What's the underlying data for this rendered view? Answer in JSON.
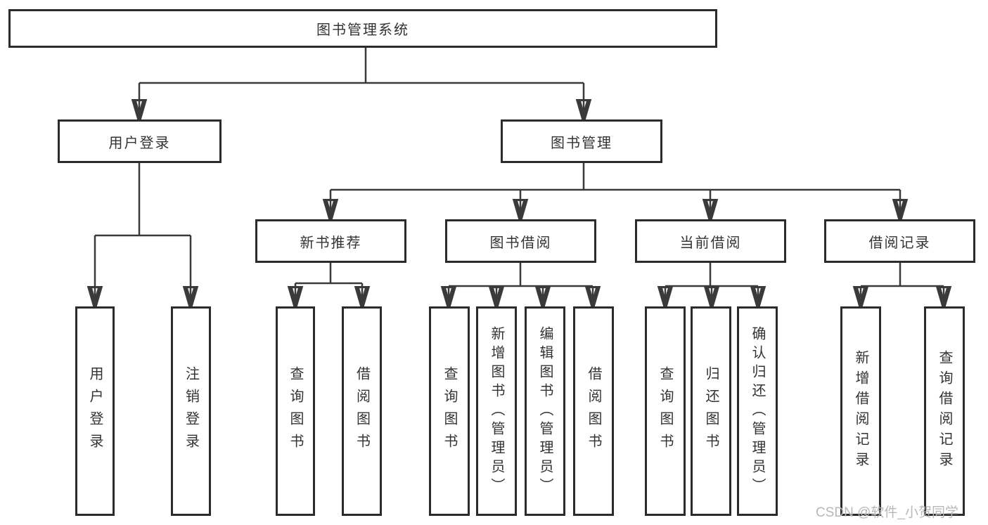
{
  "diagram": {
    "title": "图书管理系统",
    "nodes": {
      "root": {
        "label": "图书管理系统"
      },
      "login": {
        "label": "用户登录"
      },
      "mgmt": {
        "label": "图书管理"
      },
      "newbook": {
        "label": "新书推荐"
      },
      "borrow": {
        "label": "图书借阅"
      },
      "current": {
        "label": "当前借阅"
      },
      "records": {
        "label": "借阅记录"
      },
      "user_login": {
        "label": "用户登录"
      },
      "logout": {
        "label": "注销登录"
      },
      "nb_query": {
        "label": "查询图书"
      },
      "nb_borrow": {
        "label": "借阅图书"
      },
      "bb_query": {
        "label": "查询图书"
      },
      "bb_add": {
        "label": "新增图书（管理员）"
      },
      "bb_edit": {
        "label": "编辑图书（管理员）"
      },
      "bb_borrow": {
        "label": "借阅图书"
      },
      "cb_query": {
        "label": "查询图书"
      },
      "cb_return": {
        "label": "归还图书"
      },
      "cb_confirm": {
        "label": "确认归还（管理员）"
      },
      "br_add": {
        "label": "新增借阅记录"
      },
      "br_query": {
        "label": "查询借阅记录"
      }
    },
    "hierarchy": {
      "图书管理系统": [
        "用户登录",
        "图书管理"
      ],
      "用户登录": [
        "用户登录",
        "注销登录"
      ],
      "图书管理": [
        "新书推荐",
        "图书借阅",
        "当前借阅",
        "借阅记录"
      ],
      "新书推荐": [
        "查询图书",
        "借阅图书"
      ],
      "图书借阅": [
        "查询图书",
        "新增图书（管理员）",
        "编辑图书（管理员）",
        "借阅图书"
      ],
      "当前借阅": [
        "查询图书",
        "归还图书",
        "确认归还（管理员）"
      ],
      "借阅记录": [
        "新增借阅记录",
        "查询借阅记录"
      ]
    }
  },
  "watermark": {
    "text": "CSDN @软件_小贺同学"
  },
  "colors": {
    "background": "#ffffff",
    "border": "#2b2b2b",
    "line": "#3a3a3a",
    "text": "#333333",
    "watermark": "#b8b8b8"
  }
}
